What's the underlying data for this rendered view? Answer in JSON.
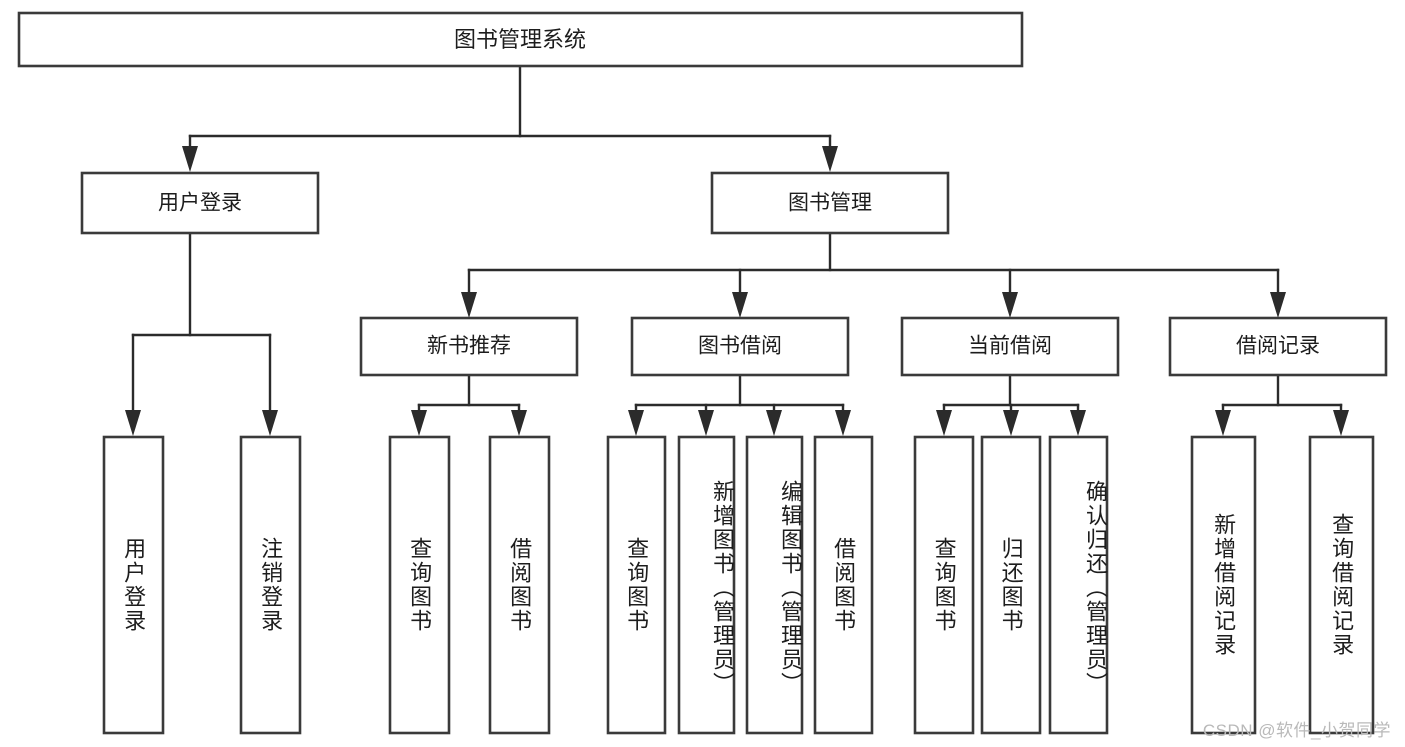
{
  "diagram": {
    "type": "tree-hierarchy",
    "orientation": "top-down",
    "title_node": {
      "label": "图书管理系统"
    },
    "level2": [
      {
        "id": "user-login",
        "label": "用户登录"
      },
      {
        "id": "book-management",
        "label": "图书管理"
      }
    ],
    "level3": [
      {
        "id": "new-book-recommend",
        "label": "新书推荐",
        "parent": "book-management"
      },
      {
        "id": "book-borrow",
        "label": "图书借阅",
        "parent": "book-management"
      },
      {
        "id": "current-borrow",
        "label": "当前借阅",
        "parent": "book-management"
      },
      {
        "id": "borrow-record",
        "label": "借阅记录",
        "parent": "book-management"
      }
    ],
    "leaves": [
      {
        "id": "leaf-user-login",
        "label": "用户登录",
        "parent": "user-login"
      },
      {
        "id": "leaf-user-logout",
        "label": "注销登录",
        "parent": "user-login"
      },
      {
        "id": "leaf-query-book-1",
        "label": "查询图书",
        "parent": "new-book-recommend"
      },
      {
        "id": "leaf-borrow-book-1",
        "label": "借阅图书",
        "parent": "new-book-recommend"
      },
      {
        "id": "leaf-query-book-2",
        "label": "查询图书",
        "parent": "book-borrow"
      },
      {
        "id": "leaf-add-book",
        "label": "新增图书（管理员）",
        "parent": "book-borrow"
      },
      {
        "id": "leaf-edit-book",
        "label": "编辑图书（管理员）",
        "parent": "book-borrow"
      },
      {
        "id": "leaf-borrow-book-2",
        "label": "借阅图书",
        "parent": "book-borrow"
      },
      {
        "id": "leaf-query-book-3",
        "label": "查询图书",
        "parent": "current-borrow"
      },
      {
        "id": "leaf-return-book",
        "label": "归还图书",
        "parent": "current-borrow"
      },
      {
        "id": "leaf-confirm-return",
        "label": "确认归还（管理员）",
        "parent": "current-borrow"
      },
      {
        "id": "leaf-add-record",
        "label": "新增借阅记录",
        "parent": "borrow-record"
      },
      {
        "id": "leaf-query-record",
        "label": "查询借阅记录",
        "parent": "borrow-record"
      }
    ],
    "colors": {
      "node_fill": "#ffffff",
      "node_stroke": "#3a3a3a",
      "connector": "#2b2b2b",
      "text": "#1d1d1d",
      "background": "#ffffff",
      "watermark": "#b9b9b9"
    }
  },
  "watermark": {
    "text": "CSDN @软件_小贺同学"
  }
}
